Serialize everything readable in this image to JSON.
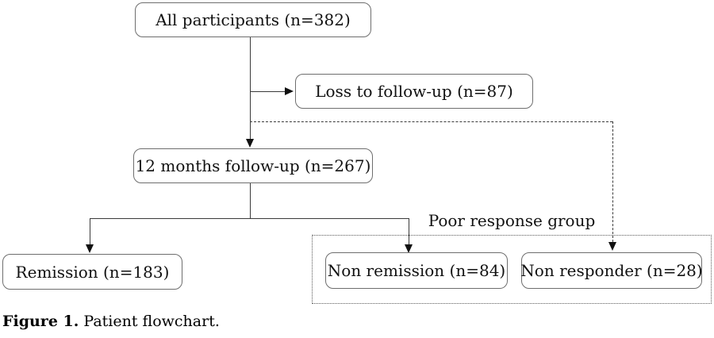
{
  "flowchart": {
    "nodes": {
      "all_participants": {
        "label": "All participants (n=382)"
      },
      "loss_followup": {
        "label": "Loss to follow-up (n=87)"
      },
      "twelve_months": {
        "label": "12 months follow-up (n=267)"
      },
      "remission": {
        "label": "Remission (n=183)"
      },
      "non_remission": {
        "label": "Non remission (n=84)"
      },
      "non_responder": {
        "label": "Non responder (n=28)"
      }
    },
    "group": {
      "label": "Poor response group"
    },
    "colors": {
      "background": "#ffffff",
      "box_border": "#6e6e6e",
      "connector_line": "#3a3a3a",
      "arrowhead": "#111111",
      "text": "#111111"
    }
  },
  "caption": {
    "prefix": "Figure 1.",
    "text": "Patient flowchart."
  }
}
